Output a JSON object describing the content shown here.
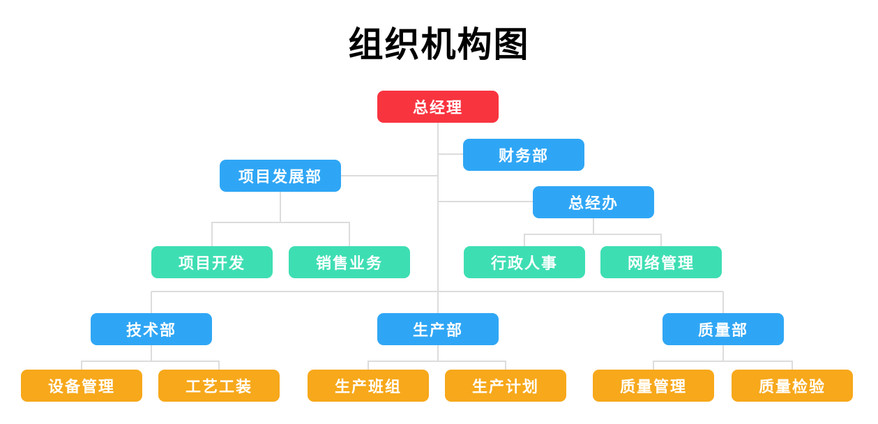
{
  "title": "组织机构图",
  "colors": {
    "root": "#F8343F",
    "department_blue": "#2FA6F5",
    "section_teal": "#3EDEB3",
    "section_orange": "#F7A81B",
    "connector": "#DCDCDC",
    "node_text": "#FFFFFF",
    "title_text": "#000000",
    "background": "#FFFFFF"
  },
  "nodes": [
    {
      "label": "总经理",
      "level": 1,
      "parent": null,
      "color_role": "root"
    },
    {
      "label": "财务部",
      "level": 2,
      "parent": "总经理",
      "color_role": "department_blue"
    },
    {
      "label": "项目发展部",
      "level": 2,
      "parent": "总经理",
      "color_role": "department_blue"
    },
    {
      "label": "总经办",
      "level": 2,
      "parent": "总经理",
      "color_role": "department_blue"
    },
    {
      "label": "项目开发",
      "level": 3,
      "parent": "项目发展部",
      "color_role": "section_teal"
    },
    {
      "label": "销售业务",
      "level": 3,
      "parent": "项目发展部",
      "color_role": "section_teal"
    },
    {
      "label": "行政人事",
      "level": 3,
      "parent": "总经办",
      "color_role": "section_teal"
    },
    {
      "label": "网络管理",
      "level": 3,
      "parent": "总经办",
      "color_role": "section_teal"
    },
    {
      "label": "技术部",
      "level": 2,
      "parent": "总经理",
      "color_role": "department_blue"
    },
    {
      "label": "生产部",
      "level": 2,
      "parent": "总经理",
      "color_role": "department_blue"
    },
    {
      "label": "质量部",
      "level": 2,
      "parent": "总经理",
      "color_role": "department_blue"
    },
    {
      "label": "设备管理",
      "level": 3,
      "parent": "技术部",
      "color_role": "section_orange"
    },
    {
      "label": "工艺工装",
      "level": 3,
      "parent": "技术部",
      "color_role": "section_orange"
    },
    {
      "label": "生产班组",
      "level": 3,
      "parent": "生产部",
      "color_role": "section_orange"
    },
    {
      "label": "生产计划",
      "level": 3,
      "parent": "生产部",
      "color_role": "section_orange"
    },
    {
      "label": "质量管理",
      "level": 3,
      "parent": "质量部",
      "color_role": "section_orange"
    },
    {
      "label": "质量检验",
      "level": 3,
      "parent": "质量部",
      "color_role": "section_orange"
    }
  ]
}
